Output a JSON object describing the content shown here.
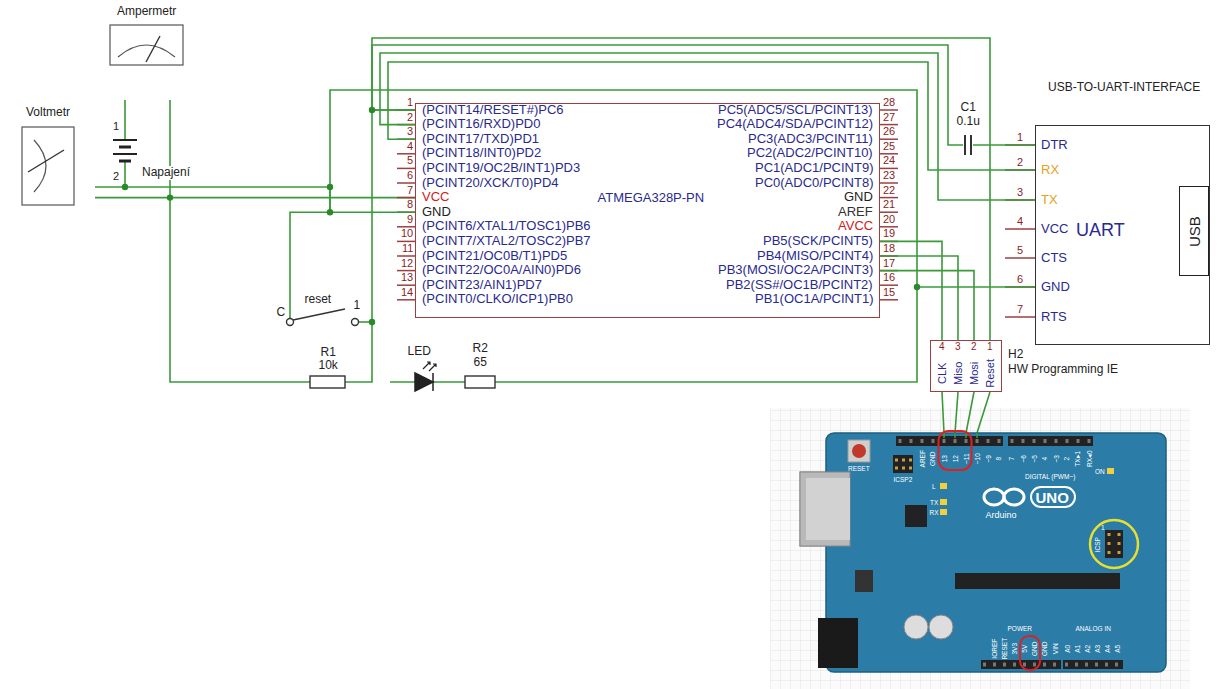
{
  "diagram": {
    "nodes": [
      {
        "text": [
          "Ampermetr"
        ]
      },
      {
        "text": [
          "Voltmetr"
        ]
      },
      {
        "text": [
          "ATMEGA328P-PN"
        ]
      },
      {
        "text": [
          "USB-TO-UART-INTERFACE",
          "UART"
        ]
      },
      {
        "text": [
          "USB"
        ],
        "in": 3
      },
      {
        "text": [
          "H2",
          "HW Programming IE"
        ]
      },
      {
        "text": [
          "Arduino",
          "UNO"
        ]
      }
    ],
    "edges": [
      {
        "from": 2,
        "to": 3,
        "arrow": "none"
      },
      {
        "from": 2,
        "to": 3,
        "arrow": "none"
      },
      {
        "from": 2,
        "to": 3,
        "arrow": "none"
      },
      {
        "from": 2,
        "to": 3,
        "arrow": "none"
      },
      {
        "from": 2,
        "to": 5,
        "arrow": "none"
      },
      {
        "from": 2,
        "to": 5,
        "arrow": "none"
      },
      {
        "from": 2,
        "to": 5,
        "arrow": "none"
      },
      {
        "from": 2,
        "to": 5,
        "arrow": "none"
      },
      {
        "from": 5,
        "to": 6,
        "arrow": "none"
      },
      {
        "from": 5,
        "to": 6,
        "arrow": "none"
      },
      {
        "from": 5,
        "to": 6,
        "arrow": "none"
      },
      {
        "from": 5,
        "to": 6,
        "arrow": "none"
      }
    ],
    "labels": [
      "1",
      "2",
      "3",
      "4",
      "5",
      "6",
      "7",
      "8",
      "9",
      "10",
      "11",
      "12",
      "13",
      "14",
      "(PCINT14/RESET#)PC6",
      "(PCINT16/RXD)PD0",
      "(PCINT17/TXD)PD1",
      "(PCINT18/INT0)PD2",
      "(PCINT19/OC2B/INT1)PD3",
      "(PCINT20/XCK/T0)PD4",
      "VCC",
      "GND",
      "(PCINT6/XTAL1/TOSC1)PB6",
      "(PCINT7/XTAL2/TOSC2)PB7",
      "(PCINT21/OC0B/T1)PD5",
      "(PCINT22/OC0A/AIN0)PD6",
      "(PCINT23/AIN1)PD7",
      "(PCINT0/CLKO/ICP1)PB0",
      "28",
      "27",
      "26",
      "25",
      "24",
      "23",
      "22",
      "21",
      "20",
      "19",
      "18",
      "17",
      "16",
      "15",
      "PC5(ADC5/SCL/PCINT13)",
      "PC4(ADC4/SDA/PCINT12)",
      "PC3(ADC3/PCINT11)",
      "PC2(ADC2/PCINT10)",
      "PC1(ADC1/PCINT9)",
      "PC0(ADC0/PCINT8)",
      "GND",
      "AREF",
      "AVCC",
      "PB5(SCK/PCINT5)",
      "PB4(MISO/PCINT4)",
      "PB3(MOSI/OC2A/PCINT3)",
      "PB2(SS#/OC1B/PCINT2)",
      "PB1(OC1A/PCINT1)",
      "1",
      "DTR",
      "2",
      "RX",
      "3",
      "TX",
      "4",
      "VCC",
      "5",
      "CTS",
      "6",
      "GND",
      "7",
      "RTS",
      "4",
      "CLK",
      "3",
      "Miso",
      "2",
      "Mosi",
      "1",
      "Reset",
      "C1",
      "0.1u",
      "1",
      "2",
      "Napajení",
      "reset",
      "C",
      "1",
      "R1",
      "10k",
      "LED",
      "R2",
      "65",
      "RESET",
      "ICSP2",
      "L",
      "TX",
      "RX",
      "DIGITAL (PWM~)",
      "ON",
      "ICSP",
      "1",
      "POWER",
      "ANALOG IN",
      "AREF",
      "GND",
      "13",
      "12",
      "~11",
      "~10",
      "~9",
      "8",
      "7",
      "~6",
      "~5",
      "4",
      "~3",
      "2",
      "TX▸1",
      "RX◂0",
      "IOREF",
      "RESET",
      "3V3",
      "5V",
      "GND",
      "GND",
      "VIN",
      "A0",
      "A1",
      "A2",
      "A3",
      "A4",
      "A5"
    ]
  }
}
